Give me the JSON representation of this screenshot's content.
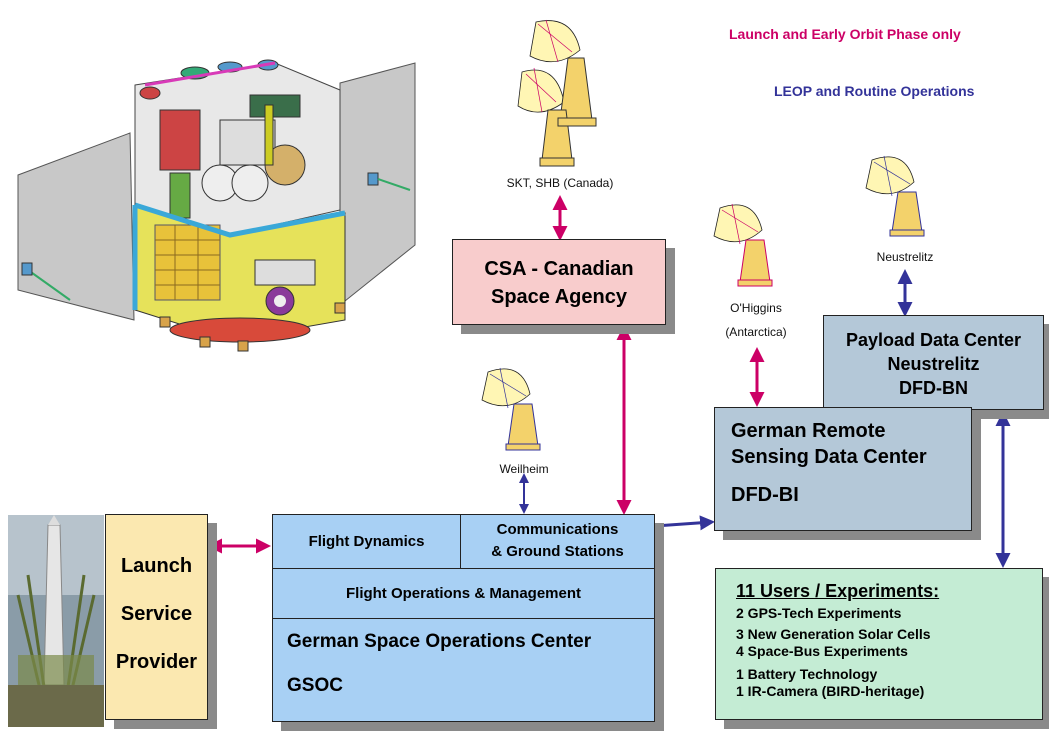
{
  "legend": {
    "leop_only": "Launch and Early Orbit Phase only",
    "leop_routine": "LEOP and Routine Operations",
    "leop_only_color": "#cc0066",
    "leop_routine_color": "#333399"
  },
  "stations": {
    "canada": "SKT, SHB (Canada)",
    "weilheim": "Weilheim",
    "ohiggins_line1": "O'Higgins",
    "ohiggins_line2": "(Antarctica)",
    "neustrelitz": "Neustrelitz"
  },
  "boxes": {
    "csa_line1": "CSA - Canadian",
    "csa_line2": "Space Agency",
    "pdc_line1": "Payload Data Center",
    "pdc_line2": "Neustrelitz",
    "pdc_line3": "DFD-BN",
    "dfd_line1": "German Remote",
    "dfd_line2": "Sensing Data Center",
    "dfd_line3": "DFD-BI",
    "lsp_line1": "Launch",
    "lsp_line2": "Service",
    "lsp_line3": "Provider",
    "flight_dynamics": "Flight Dynamics",
    "comms_line1": "Communications",
    "comms_line2": "& Ground Stations",
    "flight_ops": "Flight Operations & Management",
    "gsoc_line1": "German Space Operations Center",
    "gsoc_line2": "GSOC"
  },
  "users": {
    "title": "11 Users / Experiments:",
    "items": [
      "2 GPS-Tech Experiments",
      "3 New Generation Solar Cells",
      "4 Space-Bus Experiments",
      "1 Battery Technology",
      "1 IR-Camera (BIRD-heritage)"
    ]
  },
  "colors": {
    "csa_fill": "#f8cccc",
    "grey_blue_fill": "#b4c8d8",
    "gsoc_fill": "#a8d0f4",
    "lsp_fill": "#fbe8b0",
    "users_fill": "#c4ecd4"
  }
}
